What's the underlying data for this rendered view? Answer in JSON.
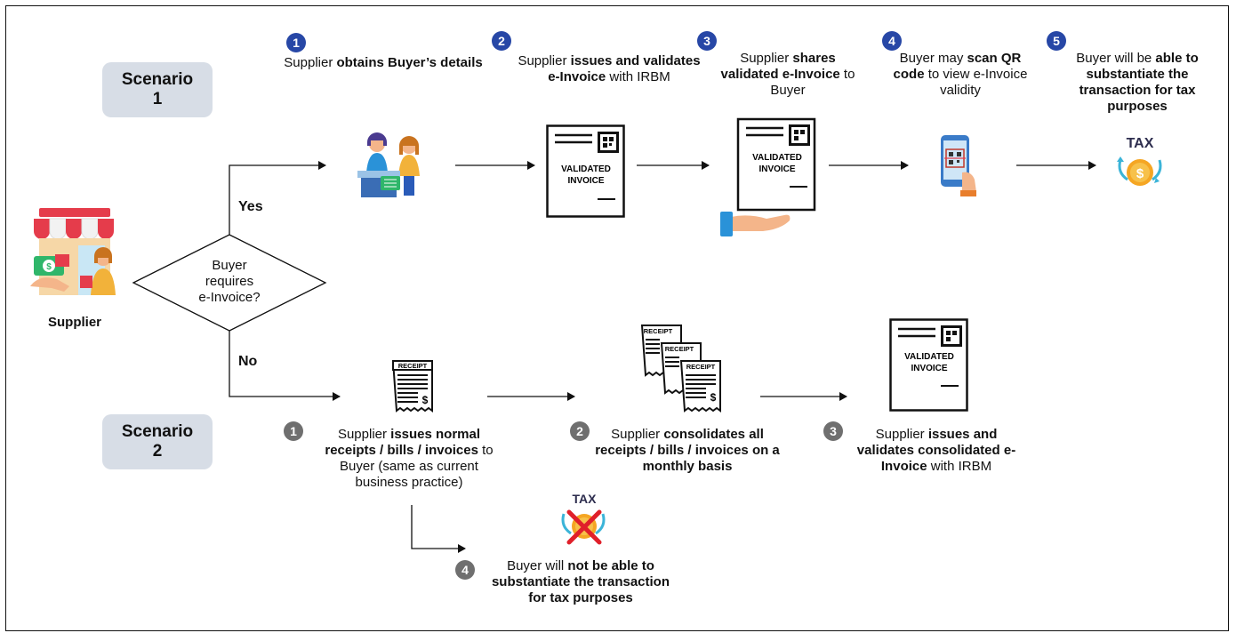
{
  "scenario1": {
    "label_line1": "Scenario",
    "label_line2": "1"
  },
  "scenario2": {
    "label_line1": "Scenario",
    "label_line2": "2"
  },
  "supplier_label": "Supplier",
  "decision": {
    "line1": "Buyer",
    "line2": "requires",
    "line3": "e-Invoice?"
  },
  "branch_yes": "Yes",
  "branch_no": "No",
  "s1_steps": [
    {
      "num": "1",
      "parts": [
        {
          "t": "Supplier ",
          "b": false
        },
        {
          "t": "obtains Buyer’s details",
          "b": true
        }
      ]
    },
    {
      "num": "2",
      "parts": [
        {
          "t": "Supplier ",
          "b": false
        },
        {
          "t": "issues and validates e-Invoice",
          "b": true
        },
        {
          "t": " with IRBM",
          "b": false
        }
      ]
    },
    {
      "num": "3",
      "parts": [
        {
          "t": "Supplier ",
          "b": false
        },
        {
          "t": "shares validated e-Invoice",
          "b": true
        },
        {
          "t": " to Buyer",
          "b": false
        }
      ]
    },
    {
      "num": "4",
      "parts": [
        {
          "t": "Buyer may ",
          "b": false
        },
        {
          "t": "scan QR code",
          "b": true
        },
        {
          "t": " to view e-Invoice validity",
          "b": false
        }
      ]
    },
    {
      "num": "5",
      "parts": [
        {
          "t": "Buyer will be ",
          "b": false
        },
        {
          "t": "able to substantiate the transaction for tax purposes",
          "b": true
        }
      ]
    }
  ],
  "s2_steps": [
    {
      "num": "1",
      "parts": [
        {
          "t": "Supplier ",
          "b": false
        },
        {
          "t": "issues normal receipts / bills / invoices",
          "b": true
        },
        {
          "t": " to Buyer (same as current business practice)",
          "b": false
        }
      ]
    },
    {
      "num": "2",
      "parts": [
        {
          "t": "Supplier ",
          "b": false
        },
        {
          "t": "consolidates all receipts / bills / invoices on a monthly basis",
          "b": true
        }
      ]
    },
    {
      "num": "3",
      "parts": [
        {
          "t": "Supplier ",
          "b": false
        },
        {
          "t": "issues and validates consolidated e-Invoice",
          "b": true
        },
        {
          "t": " with IRBM",
          "b": false
        }
      ]
    },
    {
      "num": "4",
      "parts": [
        {
          "t": "Buyer will ",
          "b": false
        },
        {
          "t": "not be able to substantiate the transaction for tax purposes",
          "b": true
        }
      ]
    }
  ],
  "doc_labels": {
    "validated_line1": "VALIDATED",
    "validated_line2": "INVOICE",
    "receipt": "RECEIPT",
    "tax": "TAX"
  },
  "colors": {
    "blue_badge": "#2747a6",
    "gray_badge": "#6f6f6f",
    "scenario_bg": "#d7dde6"
  },
  "icons": [
    "shop-icon",
    "customer-service-icon",
    "validated-invoice-icon",
    "hand-invoice-icon",
    "phone-scan-icon",
    "tax-coin-icon",
    "receipt-icon",
    "stacked-receipts-icon",
    "tax-crossed-icon"
  ]
}
